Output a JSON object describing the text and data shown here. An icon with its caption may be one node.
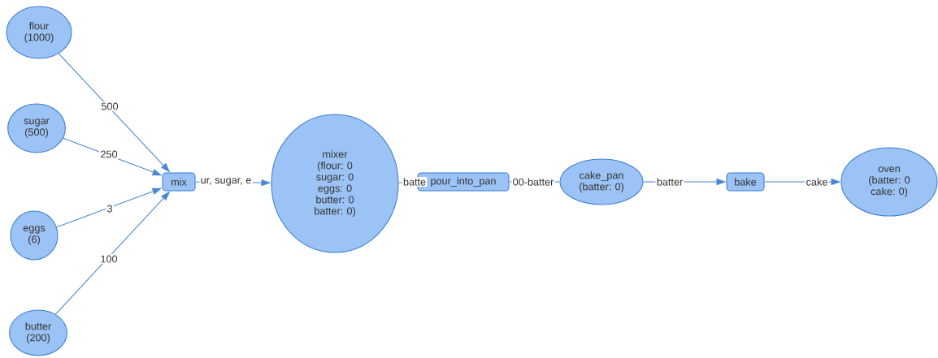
{
  "diagram": {
    "nodes": [
      {
        "text": [
          "flour (1000)"
        ]
      },
      {
        "text": [
          "sugar (500)"
        ]
      },
      {
        "text": [
          "eggs (6)"
        ]
      },
      {
        "text": [
          "butter (200)"
        ]
      },
      {
        "text": [
          "mix"
        ]
      },
      {
        "text": [
          "mixer (flour: 0 sugar: 0 eggs: 0 butter: 0 batter: 0)"
        ]
      },
      {
        "text": [
          "pour_into_pan"
        ]
      },
      {
        "text": [
          "cake_pan (batter: 0)"
        ]
      },
      {
        "text": [
          "bake"
        ]
      },
      {
        "text": [
          "oven (batter: 0 cake: 0)"
        ]
      }
    ],
    "edges": [
      {
        "from": 0,
        "to": 4,
        "arrow": "to",
        "label": "500"
      },
      {
        "from": 1,
        "to": 4,
        "arrow": "to",
        "label": "250"
      },
      {
        "from": 2,
        "to": 4,
        "arrow": "to",
        "label": "3"
      },
      {
        "from": 3,
        "to": 4,
        "arrow": "to",
        "label": "100"
      },
      {
        "from": 4,
        "to": 5,
        "arrow": "to",
        "label": "ur, sugar, e"
      },
      {
        "from": 5,
        "to": 6,
        "arrow": "none",
        "label": "batte"
      },
      {
        "from": 6,
        "to": 7,
        "arrow": "none",
        "label": "00-batter"
      },
      {
        "from": 7,
        "to": 8,
        "arrow": "to",
        "label": "batter"
      },
      {
        "from": 8,
        "to": 9,
        "arrow": "to",
        "label": "cake"
      }
    ]
  }
}
